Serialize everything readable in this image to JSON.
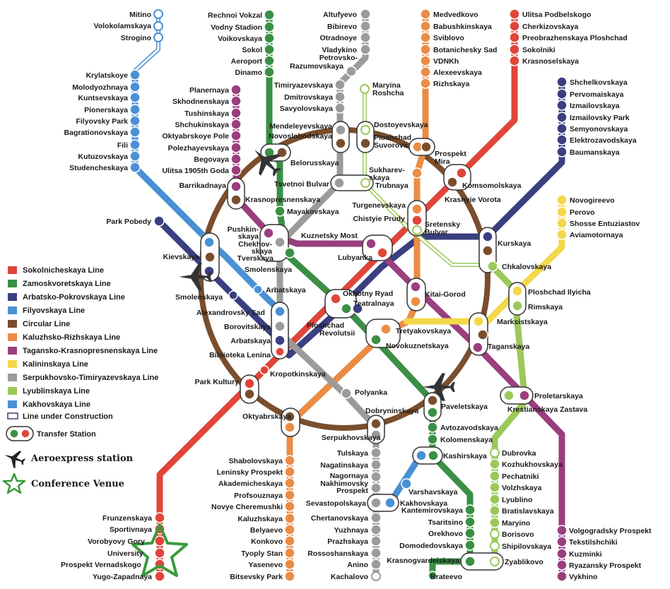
{
  "map": {
    "colors": {
      "sokolnicheskaya": "#e0453a",
      "zamoskvoretskaya": "#3b8f45",
      "arbatsko": "#3a3f80",
      "filyovskaya": "#4a90d4",
      "circular": "#7a4e2d",
      "kaluzhsko": "#ea8c45",
      "tagansko": "#9a3e7e",
      "kalininskaya": "#f3d84a",
      "serpukhovsko": "#9b9b9b",
      "lyublinskaya": "#9cc85a",
      "kakhovskaya": "#4a90d4",
      "venue": "#3a9b3a"
    },
    "legend": [
      {
        "label": "Sokolnicheskaya Line",
        "color": "#e0453a"
      },
      {
        "label": "Zamoskvoretskaya Line",
        "color": "#3b8f45"
      },
      {
        "label": "Arbatsko-Pokrovskaya Line",
        "color": "#3a3f80"
      },
      {
        "label": "Filyovskaya Line",
        "color": "#4a90d4"
      },
      {
        "label": "Circular Line",
        "color": "#7a4e2d"
      },
      {
        "label": "Kaluzhsko-Rizhskaya Line",
        "color": "#ea8c45"
      },
      {
        "label": "Tagansko-Krasnopresnenskaya Line",
        "color": "#9a3e7e"
      },
      {
        "label": "Kalininskaya Line",
        "color": "#f3d84a"
      },
      {
        "label": "Serpukhovsko-Timiryazevskaya Line",
        "color": "#9b9b9b"
      },
      {
        "label": "Lyublinskaya Line",
        "color": "#9cc85a"
      },
      {
        "label": "Kakhovskaya Line",
        "color": "#4a90d4"
      },
      {
        "label": "Line under Construction",
        "color": "#3a3f80"
      },
      {
        "label": "Transfer Station",
        "color": "#e0453a"
      }
    ],
    "legend_extra": [
      {
        "label": "Aeroexpress station",
        "icon": "airplane-icon"
      },
      {
        "label": "Conference Venue",
        "icon": "star-icon"
      }
    ],
    "stations": [
      {
        "label": "Mitino",
        "line": "filyovskaya"
      },
      {
        "label": "Volokolamskaya",
        "line": "filyovskaya"
      },
      {
        "label": "Strogino",
        "line": "filyovskaya"
      },
      {
        "label": "Krylatskoye",
        "line": "filyovskaya"
      },
      {
        "label": "Molodyozhnaya",
        "line": "filyovskaya"
      },
      {
        "label": "Kuntsevskaya",
        "line": "filyovskaya"
      },
      {
        "label": "Pionerskaya",
        "line": "filyovskaya"
      },
      {
        "label": "Filyovsky Park",
        "line": "filyovskaya"
      },
      {
        "label": "Bagrationovskaya",
        "line": "filyovskaya"
      },
      {
        "label": "Fili",
        "line": "filyovskaya"
      },
      {
        "label": "Kutuzovskaya",
        "line": "filyovskaya"
      },
      {
        "label": "Studencheskaya",
        "line": "filyovskaya"
      },
      {
        "label": "Park Pobedy",
        "line": "arbatsko"
      },
      {
        "label": "Rechnoi Vokzal",
        "line": "zamoskvoretskaya"
      },
      {
        "label": "Vodny Stadion",
        "line": "zamoskvoretskaya"
      },
      {
        "label": "Voikovskaya",
        "line": "zamoskvoretskaya"
      },
      {
        "label": "Sokol",
        "line": "zamoskvoretskaya"
      },
      {
        "label": "Aeroport",
        "line": "zamoskvoretskaya"
      },
      {
        "label": "Dinamo",
        "line": "zamoskvoretskaya"
      },
      {
        "label": "Planernaya",
        "line": "tagansko"
      },
      {
        "label": "Skhodnenskaya",
        "line": "tagansko"
      },
      {
        "label": "Tushinskaya",
        "line": "tagansko"
      },
      {
        "label": "Shchukinskaya",
        "line": "tagansko"
      },
      {
        "label": "Oktyabrskoye Pole",
        "line": "tagansko"
      },
      {
        "label": "Polezhayevskaya",
        "line": "tagansko"
      },
      {
        "label": "Begovaya",
        "line": "tagansko"
      },
      {
        "label": "Ulitsa 1905th Goda",
        "line": "tagansko"
      },
      {
        "label": "Barrikadnaya",
        "line": "tagansko"
      },
      {
        "label": "Altufyevo",
        "line": "serpukhovsko"
      },
      {
        "label": "Bibirevo",
        "line": "serpukhovsko"
      },
      {
        "label": "Otradnoye",
        "line": "serpukhovsko"
      },
      {
        "label": "Vladykino",
        "line": "serpukhovsko"
      },
      {
        "label": "Petrovsko-",
        "line": "serpukhovsko"
      },
      {
        "label": "Razumovskaya",
        "line": "serpukhovsko"
      },
      {
        "label": "Timiryazevskaya",
        "line": "serpukhovsko"
      },
      {
        "label": "Dmitrovskaya",
        "line": "serpukhovsko"
      },
      {
        "label": "Savyolovskaya",
        "line": "serpukhovsko"
      },
      {
        "label": "Maryina",
        "line": "lyublinskaya"
      },
      {
        "label": "Roshcha",
        "line": "lyublinskaya"
      },
      {
        "label": "Medvedkovo",
        "line": "kaluzhsko"
      },
      {
        "label": "Babushkinskaya",
        "line": "kaluzhsko"
      },
      {
        "label": "Sviblovo",
        "line": "kaluzhsko"
      },
      {
        "label": "Botanichesky Sad",
        "line": "kaluzhsko"
      },
      {
        "label": "VDNKh",
        "line": "kaluzhsko"
      },
      {
        "label": "Alexeevskaya",
        "line": "kaluzhsko"
      },
      {
        "label": "Rizhskaya",
        "line": "kaluzhsko"
      },
      {
        "label": "Ulitsa Podbelskogo",
        "line": "sokolnicheskaya"
      },
      {
        "label": "Cherkizovskaya",
        "line": "sokolnicheskaya"
      },
      {
        "label": "Preobrazhenskaya Ploshchad",
        "line": "sokolnicheskaya"
      },
      {
        "label": "Sokolniki",
        "line": "sokolnicheskaya"
      },
      {
        "label": "Krasnoselskaya",
        "line": "sokolnicheskaya"
      },
      {
        "label": "Shchelkovskaya",
        "line": "arbatsko"
      },
      {
        "label": "Pervomaiskaya",
        "line": "arbatsko"
      },
      {
        "label": "Izmailovskaya",
        "line": "arbatsko"
      },
      {
        "label": "Izmailovsky Park",
        "line": "arbatsko"
      },
      {
        "label": "Semyonovskaya",
        "line": "arbatsko"
      },
      {
        "label": "Elektrozavodskaya",
        "line": "arbatsko"
      },
      {
        "label": "Baumanskaya",
        "line": "arbatsko"
      },
      {
        "label": "Novogireevo",
        "line": "kalininskaya"
      },
      {
        "label": "Perovo",
        "line": "kalininskaya"
      },
      {
        "label": "Shosse Entuziastov",
        "line": "kalininskaya"
      },
      {
        "label": "Aviamotornaya",
        "line": "kalininskaya"
      },
      {
        "label": "Mendeleyevskaya",
        "line": "serpukhovsko"
      },
      {
        "label": "Novoslobodskaya",
        "line": "circular"
      },
      {
        "label": "Dostoyevskaya",
        "line": "lyublinskaya"
      },
      {
        "label": "Ploshchad",
        "line": "lyublinskaya"
      },
      {
        "label": "Suvorova",
        "line": "lyublinskaya"
      },
      {
        "label": "Prospekt",
        "line": "kaluzhsko"
      },
      {
        "label": "Mira",
        "line": "kaluzhsko"
      },
      {
        "label": "Belorusskaya",
        "line": "circular"
      },
      {
        "label": "Sukharev-",
        "line": "kaluzhsko"
      },
      {
        "label": "skaya",
        "line": "kaluzhsko"
      },
      {
        "label": "Tsvetnoi Bulvar",
        "line": "serpukhovsko"
      },
      {
        "label": "Trubnaya",
        "line": "lyublinskaya"
      },
      {
        "label": "Komsomolskaya",
        "line": "circular"
      },
      {
        "label": "Krasnopresnenskaya",
        "line": "circular"
      },
      {
        "label": "Turgenevskaya",
        "line": "kaluzhsko"
      },
      {
        "label": "Chistyie Prudy",
        "line": "sokolnicheskaya"
      },
      {
        "label": "Krasnyie Vorota",
        "line": "sokolnicheskaya"
      },
      {
        "label": "Mayakovskaya",
        "line": "zamoskvoretskaya"
      },
      {
        "label": "Sretensky",
        "line": "lyublinskaya"
      },
      {
        "label": "Bulvar",
        "line": "lyublinskaya"
      },
      {
        "label": "Pushkin-",
        "line": "tagansko"
      },
      {
        "label": "skaya",
        "line": "tagansko"
      },
      {
        "label": "Chekhov-",
        "line": "serpukhovsko"
      },
      {
        "label": "skaya",
        "line": "serpukhovsko"
      },
      {
        "label": "Tverskaya",
        "line": "zamoskvoretskaya"
      },
      {
        "label": "Kuznetsky Most",
        "line": "tagansko"
      },
      {
        "label": "Lubyanka",
        "line": "sokolnicheskaya"
      },
      {
        "label": "Kurskaya",
        "line": "circular"
      },
      {
        "label": "Kievskaya",
        "line": "circular"
      },
      {
        "label": "Smolenskaya",
        "line": "filyovskaya"
      },
      {
        "label": "Chkalovskaya",
        "line": "lyublinskaya"
      },
      {
        "label": "Smolenskaya",
        "line": "arbatsko"
      },
      {
        "label": "Arbatskaya",
        "line": "filyovskaya"
      },
      {
        "label": "Okhotny Ryad",
        "line": "sokolnicheskaya"
      },
      {
        "label": "Teatralnaya",
        "line": "zamoskvoretskaya"
      },
      {
        "label": "Kitai-Gorod",
        "line": "tagansko"
      },
      {
        "label": "Ploshchad Ilyicha",
        "line": "kalininskaya"
      },
      {
        "label": "Alexandrovsky Sad",
        "line": "filyovskaya"
      },
      {
        "label": "Rimskaya",
        "line": "lyublinskaya"
      },
      {
        "label": "Borovitskaya",
        "line": "serpukhovsko"
      },
      {
        "label": "Ploshchad",
        "line": "arbatsko"
      },
      {
        "label": "Revolutsii",
        "line": "arbatsko"
      },
      {
        "label": "Marksistskaya",
        "line": "kalininskaya"
      },
      {
        "label": "Tretyakovskaya",
        "line": "kaluzhsko"
      },
      {
        "label": "Arbatskaya",
        "line": "arbatsko"
      },
      {
        "label": "Novokuznetskaya",
        "line": "zamoskvoretskaya"
      },
      {
        "label": "Taganskaya",
        "line": "tagansko"
      },
      {
        "label": "Biblioteka Lenina",
        "line": "sokolnicheskaya"
      },
      {
        "label": "Kropotkinskaya",
        "line": "sokolnicheskaya"
      },
      {
        "label": "Park Kultury",
        "line": "circular"
      },
      {
        "label": "Polyanka",
        "line": "serpukhovsko"
      },
      {
        "label": "Proletarskaya",
        "line": "tagansko"
      },
      {
        "label": "Oktyabrskaya",
        "line": "circular"
      },
      {
        "label": "Dobryninskaya",
        "line": "circular"
      },
      {
        "label": "Paveletskaya",
        "line": "zamoskvoretskaya"
      },
      {
        "label": "Krestianskaya Zastava",
        "line": "lyublinskaya"
      },
      {
        "label": "Serpukhovskaya",
        "line": "serpukhovsko"
      },
      {
        "label": "Avtozavodskaya",
        "line": "zamoskvoretskaya"
      },
      {
        "label": "Kolomenskaya",
        "line": "zamoskvoretskaya"
      },
      {
        "label": "Kashirskaya",
        "line": "zamoskvoretskaya"
      },
      {
        "label": "Shabolovskaya",
        "line": "kaluzhsko"
      },
      {
        "label": "Leninsky Prospekt",
        "line": "kaluzhsko"
      },
      {
        "label": "Akademicheskaya",
        "line": "kaluzhsko"
      },
      {
        "label": "Profsouznaya",
        "line": "kaluzhsko"
      },
      {
        "label": "Novye Cheremushki",
        "line": "kaluzhsko"
      },
      {
        "label": "Kaluzhskaya",
        "line": "kaluzhsko"
      },
      {
        "label": "Belyaevo",
        "line": "kaluzhsko"
      },
      {
        "label": "Konkovo",
        "line": "kaluzhsko"
      },
      {
        "label": "Tyoply Stan",
        "line": "kaluzhsko"
      },
      {
        "label": "Yasenevo",
        "line": "kaluzhsko"
      },
      {
        "label": "Bitsevsky Park",
        "line": "kaluzhsko"
      },
      {
        "label": "Tulskaya",
        "line": "serpukhovsko"
      },
      {
        "label": "Nagatinskaya",
        "line": "serpukhovsko"
      },
      {
        "label": "Nagornaya",
        "line": "serpukhovsko"
      },
      {
        "label": "Nakhimovsky",
        "line": "serpukhovsko"
      },
      {
        "label": "Prospekt",
        "line": "serpukhovsko"
      },
      {
        "label": "Sevastopolskaya",
        "line": "serpukhovsko"
      },
      {
        "label": "Chertanovskaya",
        "line": "serpukhovsko"
      },
      {
        "label": "Yuzhnaya",
        "line": "serpukhovsko"
      },
      {
        "label": "Prazhskaya",
        "line": "serpukhovsko"
      },
      {
        "label": "Rossoshanskaya",
        "line": "serpukhovsko"
      },
      {
        "label": "Anino",
        "line": "serpukhovsko"
      },
      {
        "label": "Kachalovo",
        "line": "serpukhovsko"
      },
      {
        "label": "Varshavskaya",
        "line": "kakhovskaya"
      },
      {
        "label": "Kakhovskaya",
        "line": "kakhovskaya"
      },
      {
        "label": "Kantemirovskaya",
        "line": "zamoskvoretskaya"
      },
      {
        "label": "Tsaritsino",
        "line": "zamoskvoretskaya"
      },
      {
        "label": "Orekhovo",
        "line": "zamoskvoretskaya"
      },
      {
        "label": "Domodedovskaya",
        "line": "zamoskvoretskaya"
      },
      {
        "label": "Krasnogvardeiskaya",
        "line": "zamoskvoretskaya"
      },
      {
        "label": "Brateevo",
        "line": "zamoskvoretskaya"
      },
      {
        "label": "Dubrovka",
        "line": "lyublinskaya"
      },
      {
        "label": "Kozhukhovskaya",
        "line": "lyublinskaya"
      },
      {
        "label": "Pechatniki",
        "line": "lyublinskaya"
      },
      {
        "label": "Volzhskaya",
        "line": "lyublinskaya"
      },
      {
        "label": "Lyublino",
        "line": "lyublinskaya"
      },
      {
        "label": "Bratislavskaya",
        "line": "lyublinskaya"
      },
      {
        "label": "Maryino",
        "line": "lyublinskaya"
      },
      {
        "label": "Borisovo",
        "line": "lyublinskaya"
      },
      {
        "label": "Shipilovskaya",
        "line": "lyublinskaya"
      },
      {
        "label": "Zyablikovo",
        "line": "lyublinskaya"
      },
      {
        "label": "Volgogradsky Prospekt",
        "line": "tagansko"
      },
      {
        "label": "Tekstilshchiki",
        "line": "tagansko"
      },
      {
        "label": "Kuzminki",
        "line": "tagansko"
      },
      {
        "label": "Ryazansky Prospekt",
        "line": "tagansko"
      },
      {
        "label": "Vykhino",
        "line": "tagansko"
      },
      {
        "label": "Frunzenskaya",
        "line": "sokolnicheskaya"
      },
      {
        "label": "Sportivnaya",
        "line": "sokolnicheskaya"
      },
      {
        "label": "Vorobyovy Gory",
        "line": "sokolnicheskaya"
      },
      {
        "label": "University",
        "line": "sokolnicheskaya"
      },
      {
        "label": "Prospekt Vernadskogo",
        "line": "sokolnicheskaya"
      },
      {
        "label": "Yugo-Zapadnaya",
        "line": "sokolnicheskaya"
      }
    ]
  }
}
